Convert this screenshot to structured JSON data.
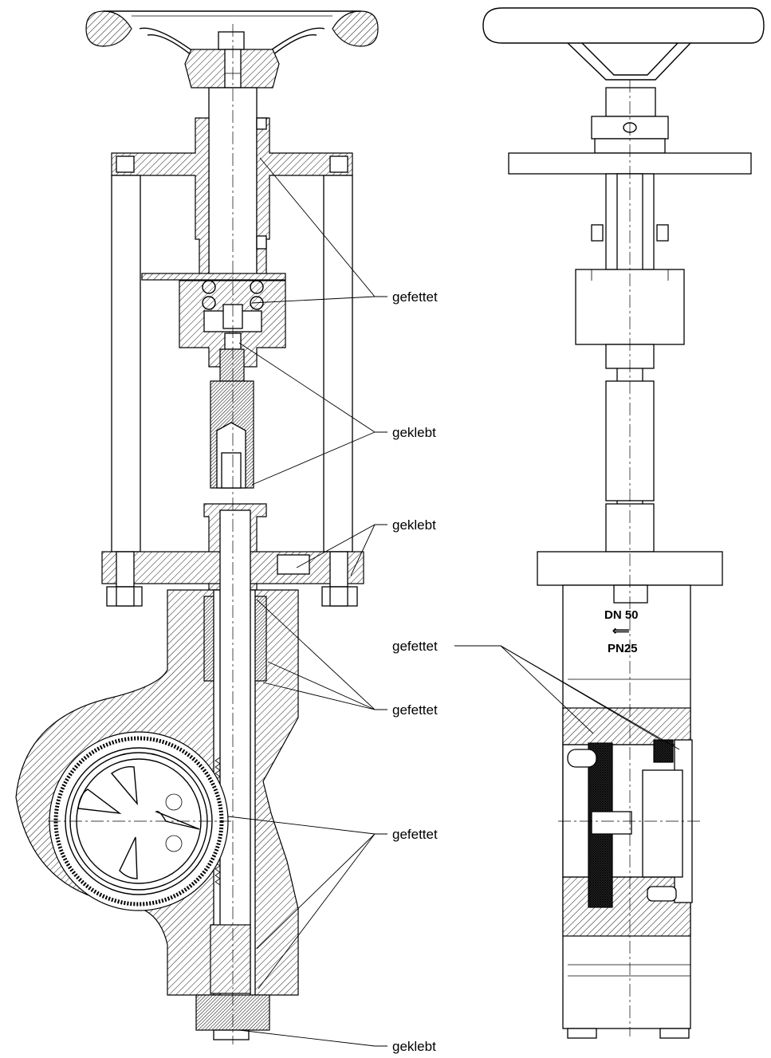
{
  "annotations": {
    "left_view": {
      "label_1": "gefettet",
      "label_2": "geklebt",
      "label_3": "geklebt",
      "label_4": "gefettet",
      "label_5": "gefettet",
      "label_6": "geklebt"
    },
    "right_view": {
      "label_1": "gefettet",
      "nominal_size": "DN 50",
      "pressure_rating": "PN25",
      "flow_arrow": "⟸"
    }
  }
}
